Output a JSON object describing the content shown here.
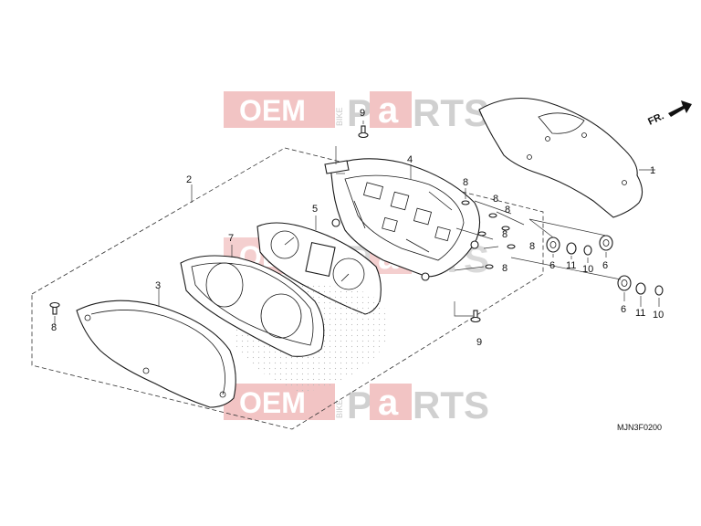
{
  "diagram": {
    "code": "MJN3F0200",
    "front_label": "FR.",
    "watermark": {
      "oem": "OEM",
      "bike": "BIKE",
      "parts_p": "P",
      "parts_a": "a",
      "parts_rts": "RTS"
    },
    "callouts": {
      "c1": "1",
      "c2": "2",
      "c3": "3",
      "c4": "4",
      "c5": "5",
      "c7": "7",
      "c6a": "6",
      "c6b": "6",
      "c6c": "6",
      "c8a": "8",
      "c8b": "8",
      "c8c": "8",
      "c8d": "8",
      "c8e": "8",
      "c8f": "8",
      "c8g": "8",
      "c9a": "9",
      "c9b": "9",
      "c10a": "10",
      "c10b": "10",
      "c11a": "11",
      "c11b": "11"
    }
  }
}
